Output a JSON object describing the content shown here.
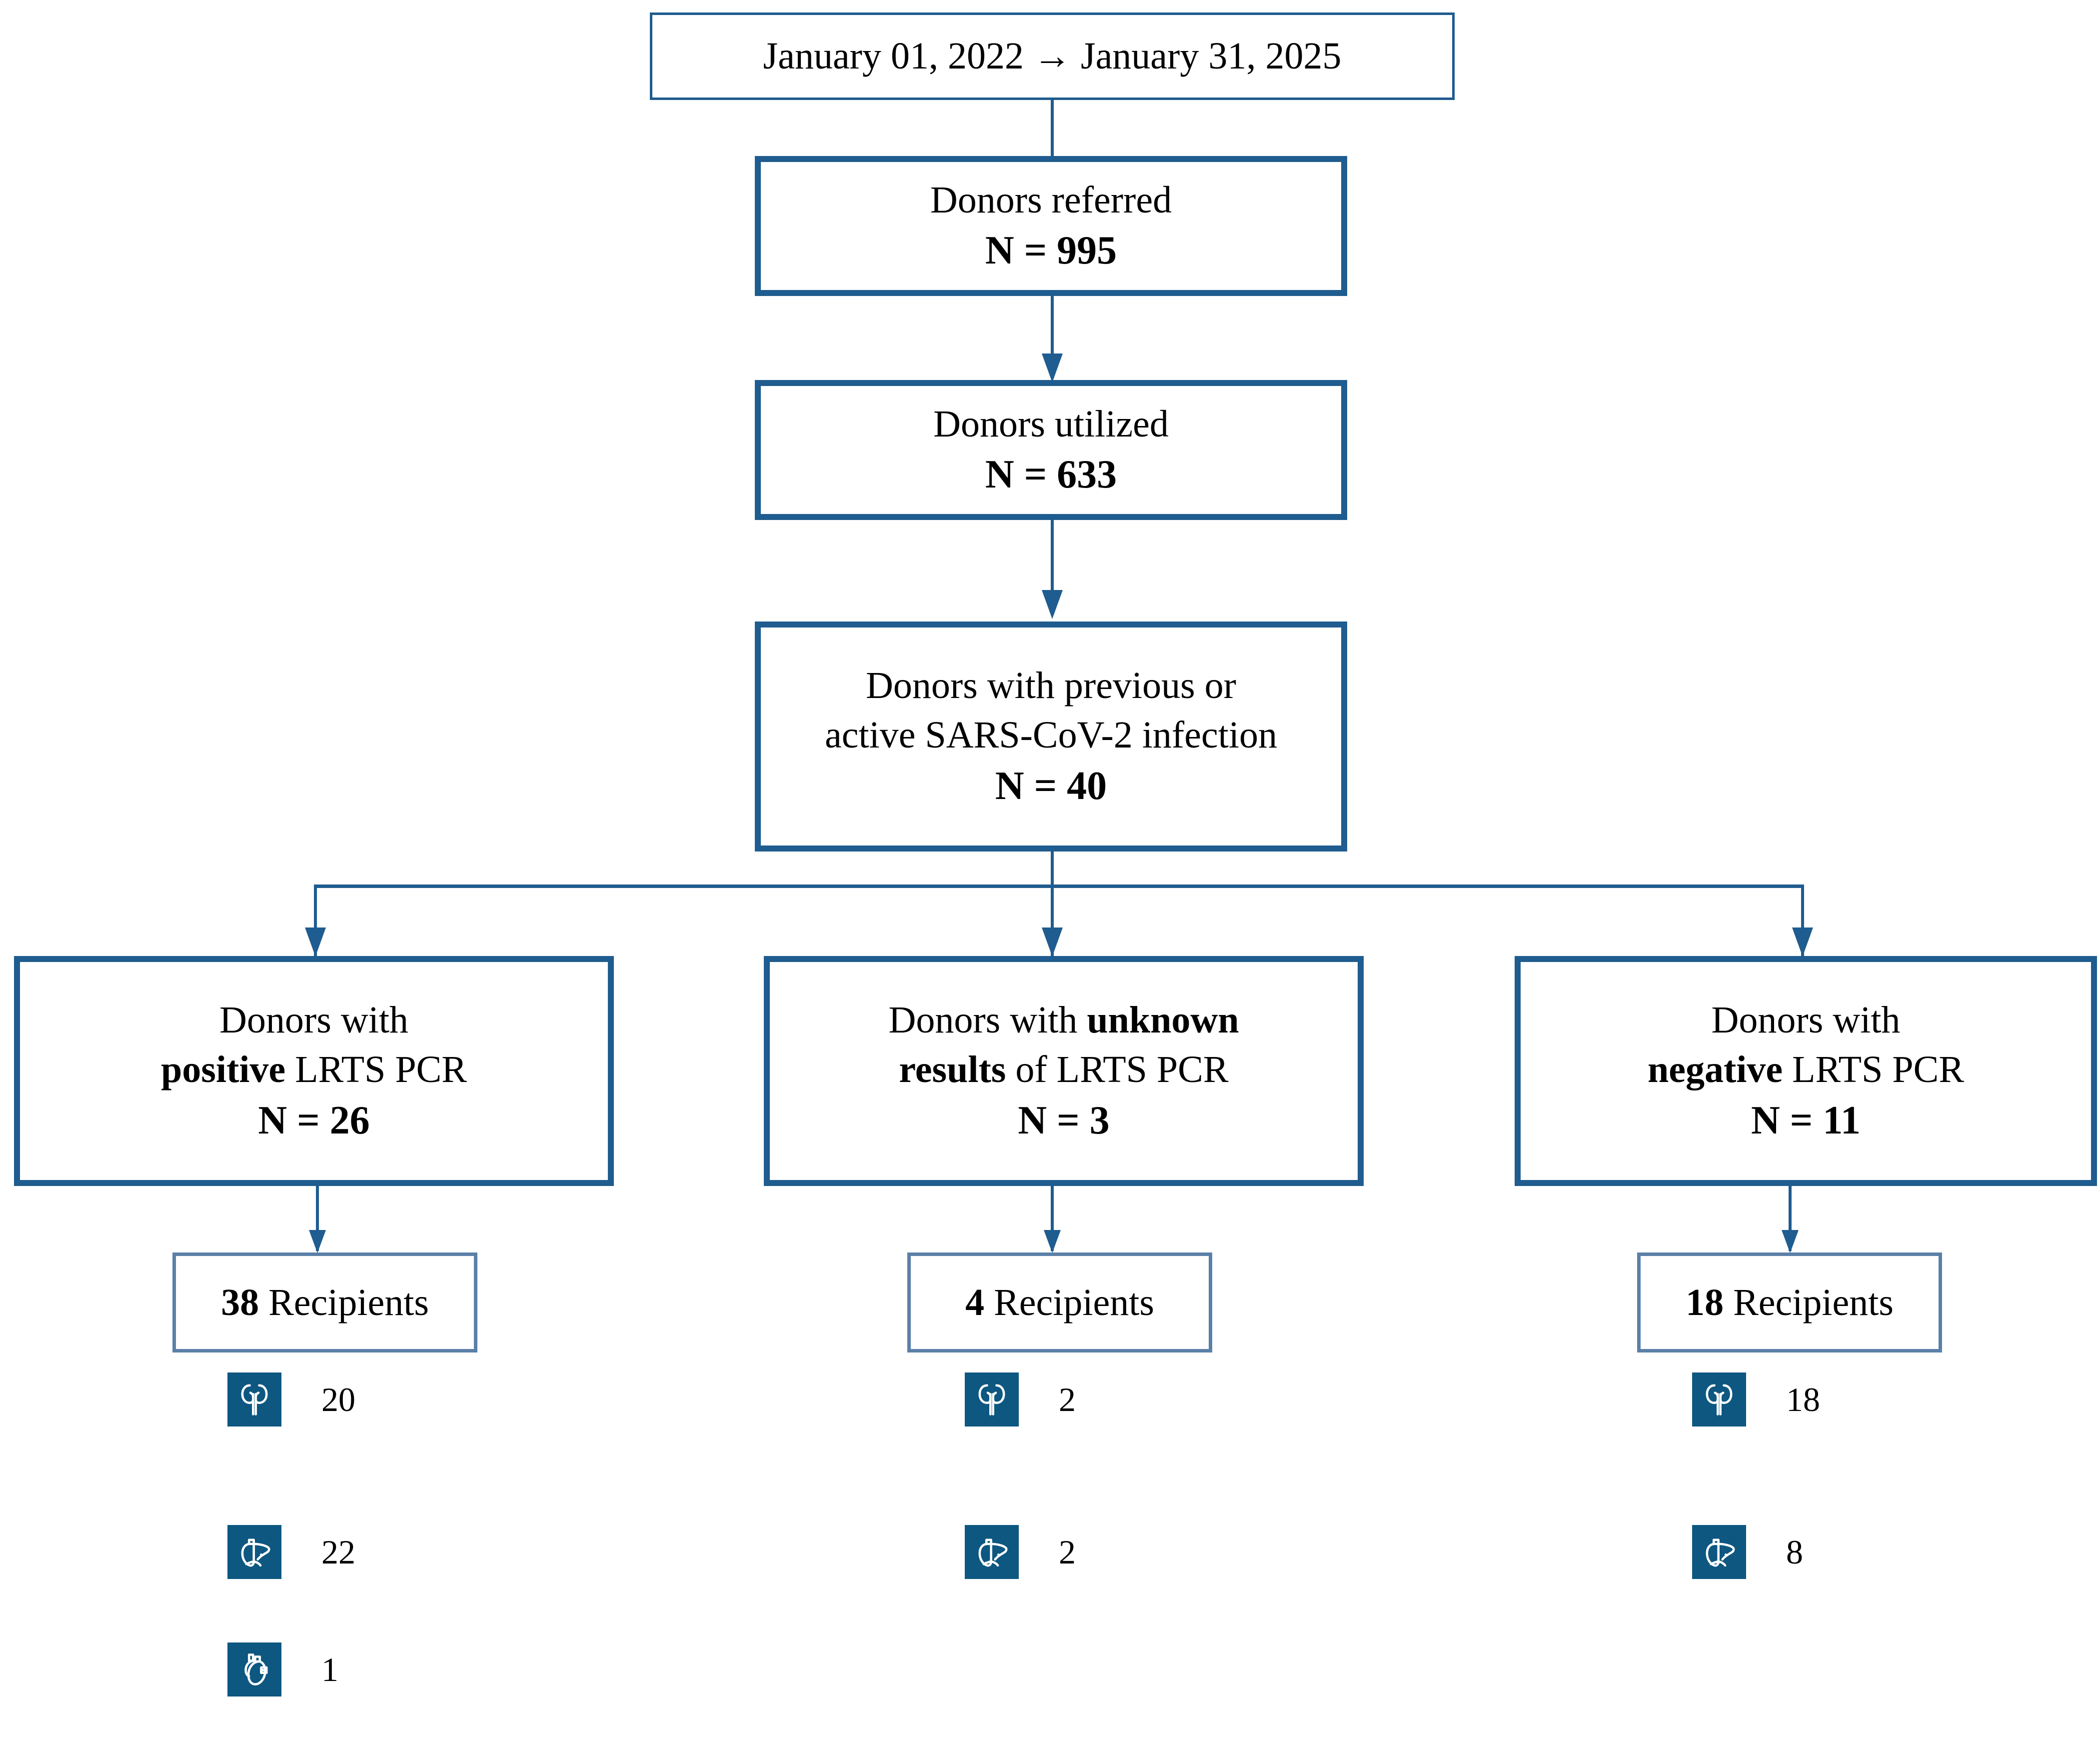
{
  "figure": {
    "type": "flowchart",
    "title_box": {
      "text": "January 01, 2022  →  January 31, 2025"
    },
    "accent_color": "#1f5c8f",
    "icon_chip_color": "#0d5781",
    "light_border_color": "#5b80a8"
  },
  "nodes": {
    "donors_referred": {
      "line1": "Donors referred",
      "n_label": "N = ",
      "n_value": "995"
    },
    "donors_utilized": {
      "line1": "Donors utilized",
      "n_label": "N = ",
      "n_value": "633"
    },
    "donors_sars": {
      "line1": "Donors with previous or",
      "line2": "active SARS-CoV-2 infection",
      "n_label": "N = ",
      "n_value": "40"
    }
  },
  "branches": [
    {
      "id": "positive",
      "line1_pre": "Donors with",
      "line1_bold": "",
      "line2_bold": "positive",
      "line2_post": " LRTS PCR",
      "n_label": "N = ",
      "n_value": "26",
      "recipients_count": "38",
      "recipients_label": " Recipients",
      "organs": [
        {
          "icon": "kidney-icon",
          "name": "kidney",
          "count": "20"
        },
        {
          "icon": "liver-icon",
          "name": "liver",
          "count": "22"
        },
        {
          "icon": "heart-icon",
          "name": "heart",
          "count": "1"
        }
      ]
    },
    {
      "id": "unknown",
      "line1_pre": "Donors with ",
      "line1_bold": "unknown",
      "line2_bold": "results",
      "line2_post": " of LRTS PCR",
      "n_label": "N = ",
      "n_value": "3",
      "recipients_count": "4",
      "recipients_label": " Recipients",
      "organs": [
        {
          "icon": "kidney-icon",
          "name": "kidney",
          "count": "2"
        },
        {
          "icon": "liver-icon",
          "name": "liver",
          "count": "2"
        }
      ]
    },
    {
      "id": "negative",
      "line1_pre": "Donors with",
      "line1_bold": "",
      "line2_bold": "negative",
      "line2_post": " LRTS PCR",
      "n_label": "N = ",
      "n_value": "11",
      "recipients_count": "18",
      "recipients_label": " Recipients",
      "organs": [
        {
          "icon": "kidney-icon",
          "name": "kidney",
          "count": "18"
        },
        {
          "icon": "liver-icon",
          "name": "liver",
          "count": "8"
        }
      ]
    }
  ]
}
